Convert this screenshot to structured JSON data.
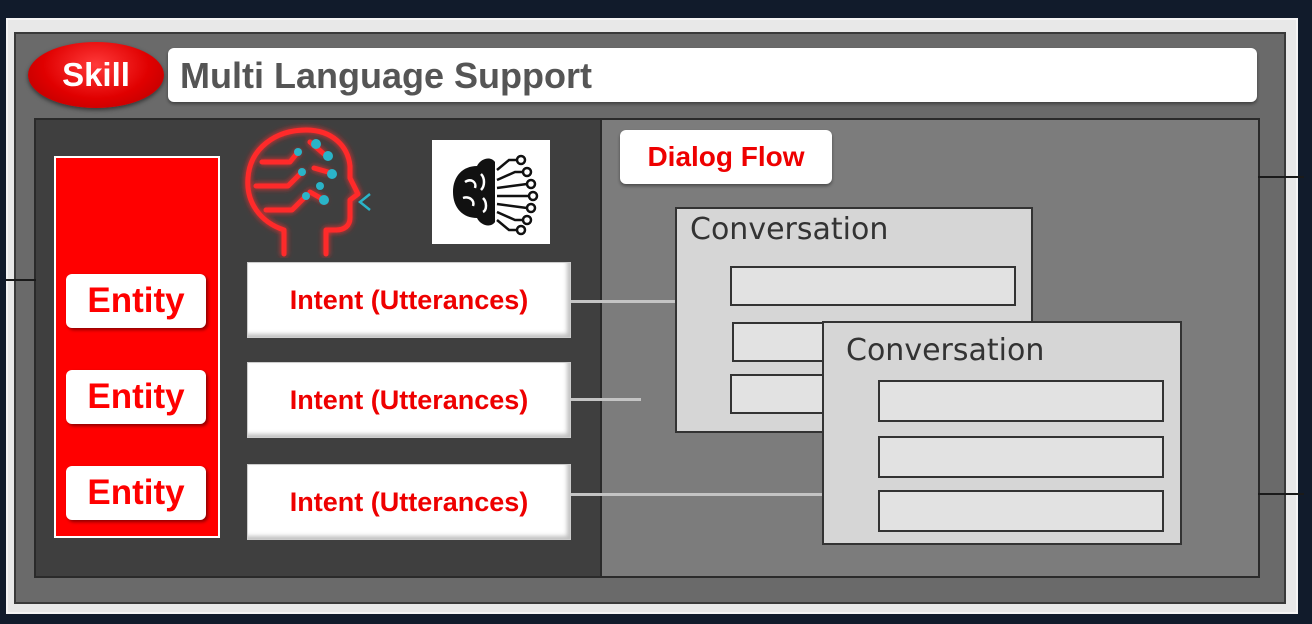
{
  "skill_badge": "Skill",
  "title": "Multi Language Support",
  "entities": [
    "Entity",
    "Entity",
    "Entity"
  ],
  "intents": [
    "Intent (Utterances)",
    "Intent (Utterances)",
    "Intent (Utterances)"
  ],
  "dialog_flow": "Dialog Flow",
  "conversations": [
    {
      "title": "Conversation",
      "row_count": 3
    },
    {
      "title": "Conversation",
      "row_count": 3
    }
  ],
  "icons": [
    "ai-head-icon",
    "brain-circuit-icon"
  ],
  "colors": {
    "accent_red": "#ff0000",
    "background": "#111b2b",
    "panel_dark": "#3f3f3f",
    "panel_gray": "#7c7c7c"
  }
}
